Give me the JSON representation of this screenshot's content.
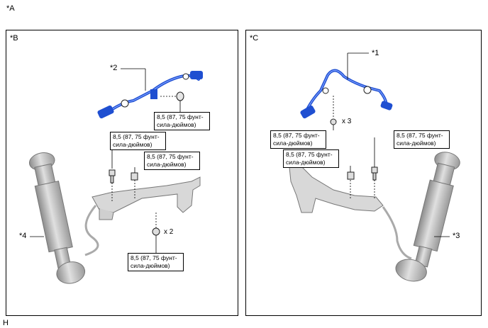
{
  "header_label": "*A",
  "footer_label": "H",
  "panel_b": {
    "label": "*B",
    "callout_2": "*2",
    "callout_4": "*4",
    "torque_1": {
      "line1": "8,5 (87, 75 фунт-",
      "line2": "сила-дюймов)"
    },
    "torque_2": {
      "line1": "8,5 (87, 75 фунт-",
      "line2": "сила-дюймов)"
    },
    "torque_3": {
      "line1": "8,5 (87, 75 фунт-",
      "line2": "сила-дюймов)"
    },
    "torque_4": {
      "line1": "8,5 (87, 75 фунт-",
      "line2": "сила-дюймов)"
    },
    "multiplier": "x 2"
  },
  "panel_c": {
    "label": "*C",
    "callout_1": "*1",
    "callout_3": "*3",
    "torque_1": {
      "line1": "8,5 (87, 75 фунт-",
      "line2": "сила-дюймов)"
    },
    "torque_2": {
      "line1": "8,5 (87, 75 фунт-",
      "line2": "сила-дюймов)"
    },
    "torque_3": {
      "line1": "8,5 (87, 75 фунт-",
      "line2": "сила-дюймов)"
    },
    "multiplier": "x 3"
  },
  "colors": {
    "harness": "#1f4fd1",
    "part_gray": "#bdbdbd",
    "line": "#000000"
  }
}
